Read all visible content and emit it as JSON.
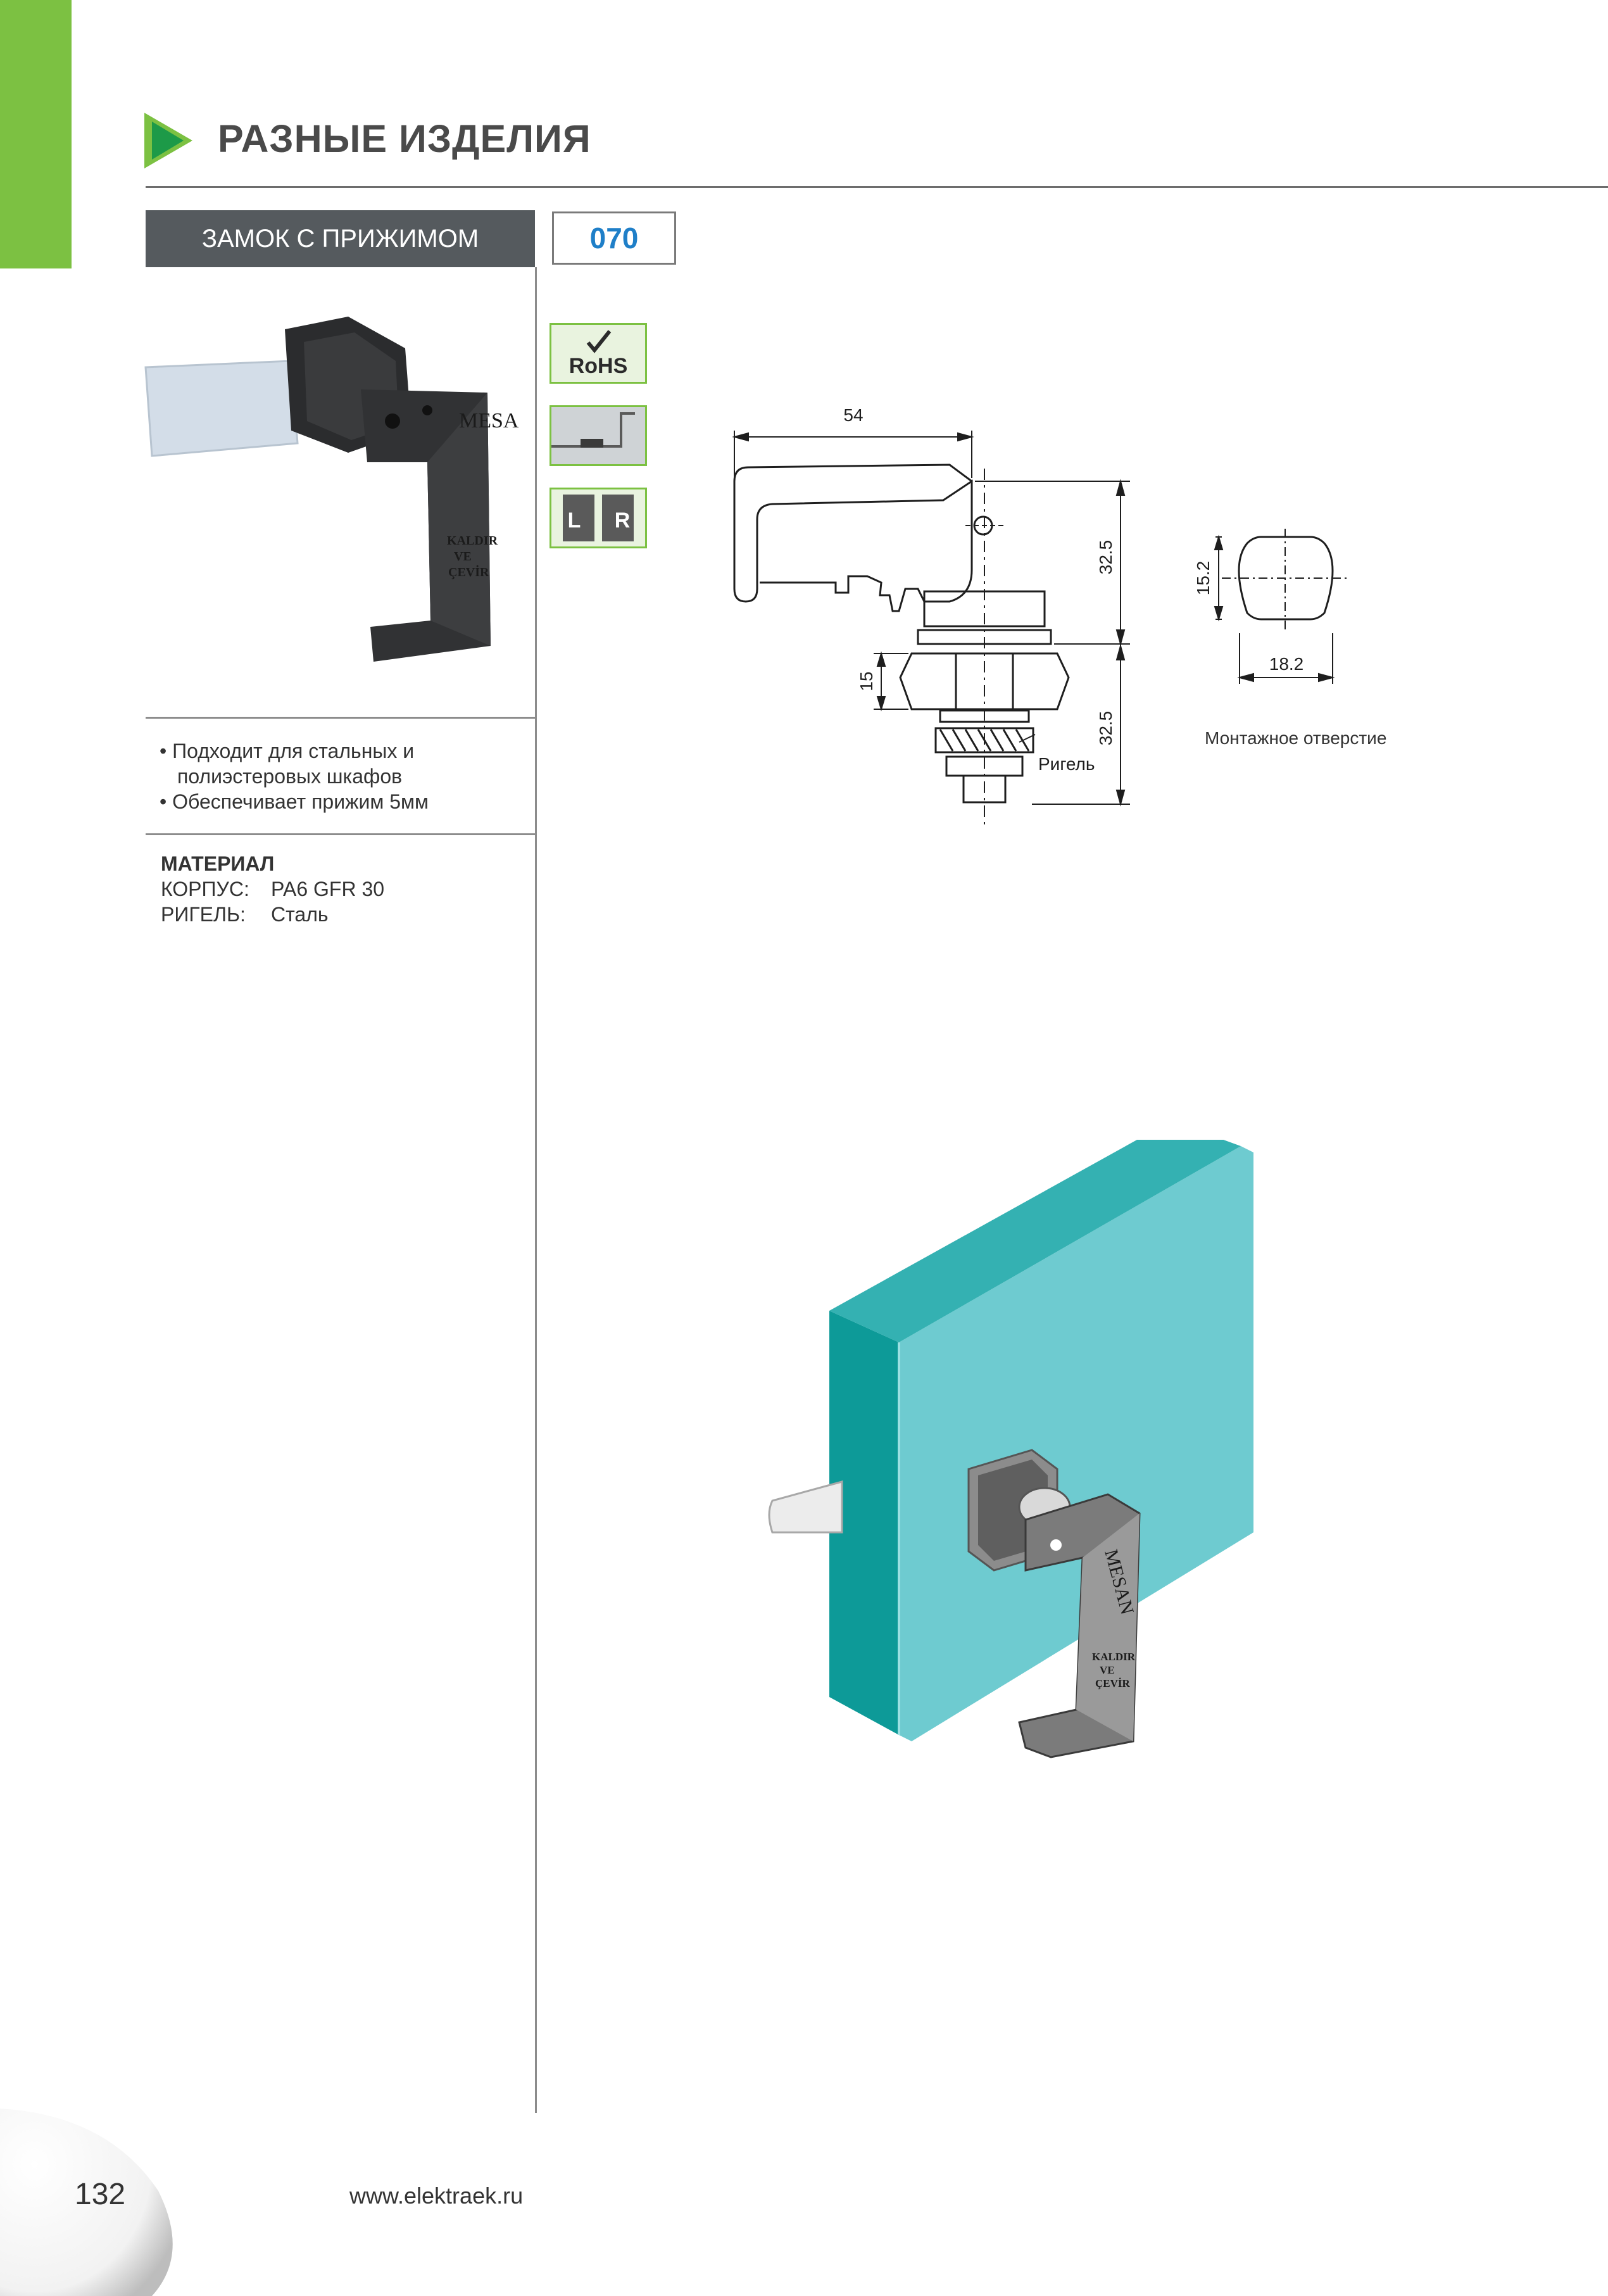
{
  "section_title": "РАЗНЫЕ ИЗДЕЛИЯ",
  "product": {
    "name": "ЗАМОК С ПРИЖИМОМ",
    "code": "070",
    "brand_mark": "MESAN",
    "engraving": [
      "KALDIR",
      "VE",
      "ÇEVİR"
    ]
  },
  "badges": [
    {
      "name": "rohs",
      "label": "RoHS"
    },
    {
      "name": "mounting",
      "label": ""
    },
    {
      "name": "left-right",
      "label_left": "L",
      "label_right": "R"
    }
  ],
  "features": [
    "• Подходит для стальных и",
    "полиэстеровых шкафов",
    "• Обеспечивает прижим 5мм"
  ],
  "material": {
    "title": "МАТЕРИАЛ",
    "rows": [
      {
        "label": "КОРПУС:",
        "value": "PA6 GFR 30"
      },
      {
        "label": "РИГЕЛЬ:",
        "value": "Сталь"
      }
    ]
  },
  "drawing": {
    "dim_width": "54",
    "dim_upper_height": "32.5",
    "dim_lower_height": "32.5",
    "dim_nut": "15",
    "bolt_label": "Ригель",
    "hole_height": "15.2",
    "hole_width": "18.2",
    "hole_caption": "Монтажное отверстие"
  },
  "colors": {
    "green": "#7cc142",
    "header_bg": "#555a5e",
    "code_blue": "#1f7fc8",
    "panel_teal": "#6ecbd0"
  },
  "footer": {
    "page_number": "132",
    "url": "www.elektraek.ru"
  }
}
